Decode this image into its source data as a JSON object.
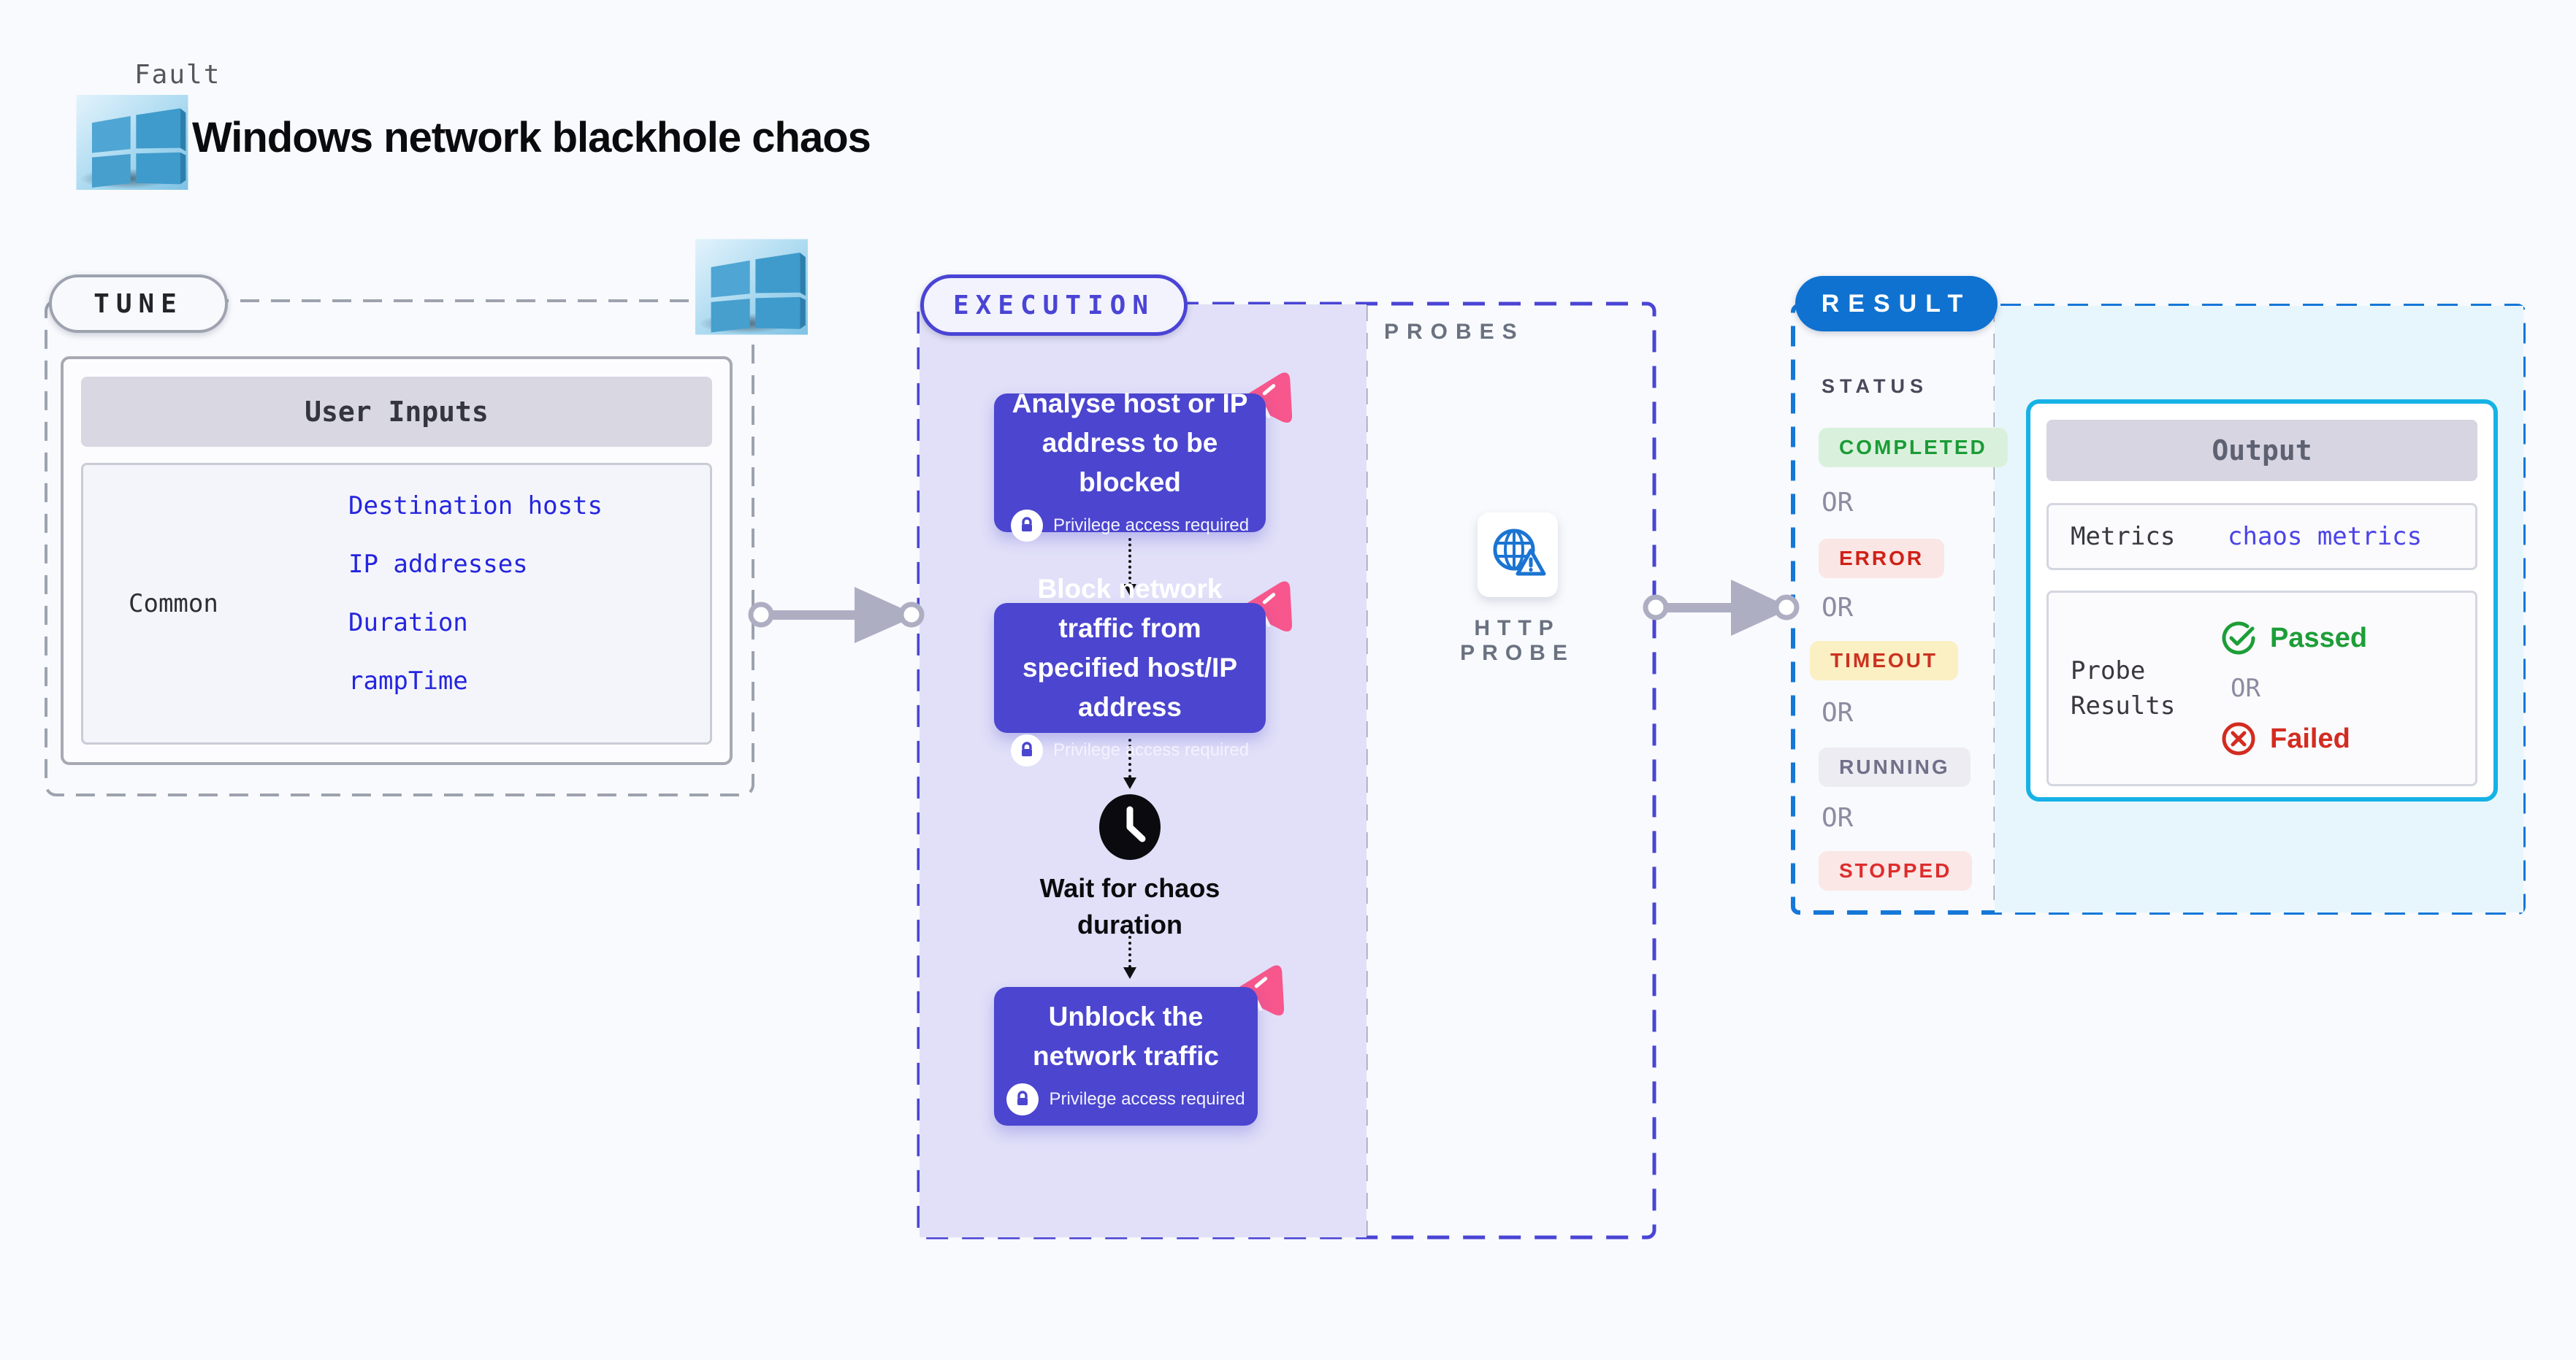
{
  "header": {
    "kicker": "Fault",
    "title": "Windows network blackhole chaos"
  },
  "tune": {
    "label": "TUNE",
    "table": {
      "header": "User Inputs",
      "row_label": "Common",
      "links": [
        "Destination hosts",
        "IP addresses",
        "Duration",
        "rampTime"
      ]
    }
  },
  "execution": {
    "label": "EXECUTION",
    "steps": [
      {
        "title": "Analyse host or IP address to be blocked",
        "badge": "Privilege access required"
      },
      {
        "title": "Block network traffic from specified host/IP address",
        "badge": "Privilege access required"
      },
      {
        "title": "Wait for chaos duration"
      },
      {
        "title": "Unblock the network traffic",
        "badge": "Privilege access required"
      }
    ]
  },
  "probes": {
    "label": "PROBES",
    "probe_name": "HTTP PROBE"
  },
  "result": {
    "label": "RESULT",
    "status_heading": "STATUS",
    "or_label": "OR",
    "statuses": [
      "COMPLETED",
      "ERROR",
      "TIMEOUT",
      "RUNNING",
      "STOPPED"
    ],
    "output": {
      "header": "Output",
      "metrics_label": "Metrics",
      "metrics_link": "chaos metrics",
      "probe_results_label": "Probe Results",
      "passed": "Passed",
      "failed": "Failed"
    }
  },
  "colors": {
    "indigo": "#4B45CF",
    "execution_border": "#4A44D5",
    "result_blue": "#0F72D0",
    "result_border": "#1577D8",
    "output_border": "#16B2E5",
    "pink_icon": "#F7578C",
    "link_blue": "#2525DF",
    "passed_green": "#1D9E38",
    "failed_red": "#D32C20"
  }
}
